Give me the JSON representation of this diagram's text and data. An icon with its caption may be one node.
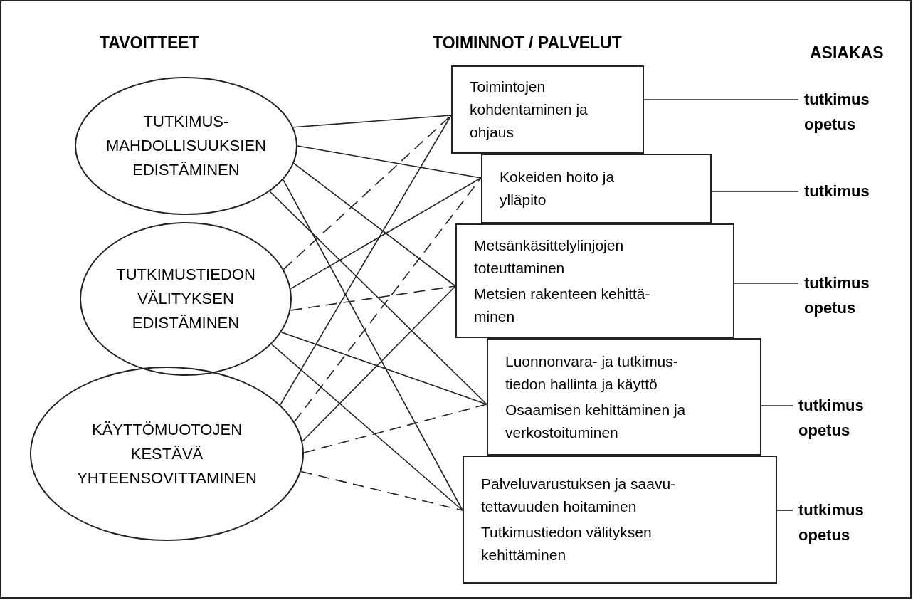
{
  "diagram": {
    "nodes": [
      {
        "text": [
          "TUTKIMUS- MAHDOLLISUUKSIEN EDISTÄMINEN"
        ]
      },
      {
        "text": [
          "TUTKIMUSTIEDON VÄLITYKSEN EDISTÄMINEN"
        ]
      },
      {
        "text": [
          "KÄYTTÖMUOTOJEN KESTÄVÄ YHTEENSOVITTAMINEN"
        ]
      },
      {
        "text": [
          "Toimintojen kohdentaminen ja ohjaus"
        ]
      },
      {
        "text": [
          "Kokeiden hoito ja ylläpito"
        ]
      },
      {
        "text": [
          "Metsänkäsittelylinjojen toteuttaminen",
          "Metsien rakenteen kehittä- minen"
        ]
      },
      {
        "text": [
          "Luonnonvara- ja tutkimus- tiedon hallinta ja käyttö",
          "Osaamisen kehittäminen ja verkostoituminen"
        ]
      },
      {
        "text": [
          "Palveluvarustuksen ja saavu- tettavuuden hoitaminen",
          "Tutkimustiedon välityksen kehittäminen"
        ]
      },
      {
        "text": [
          "tutkimus",
          "opetus"
        ]
      },
      {
        "text": [
          "tutkimus"
        ]
      },
      {
        "text": [
          "tutkimus",
          "opetus"
        ]
      },
      {
        "text": [
          "tutkimus",
          "opetus"
        ]
      },
      {
        "text": [
          "tutkimus",
          "opetus"
        ]
      }
    ],
    "edges": [
      {
        "from": 0,
        "to": 3,
        "arrow": "none"
      },
      {
        "from": 0,
        "to": 4,
        "arrow": "none"
      },
      {
        "from": 0,
        "to": 5,
        "arrow": "none"
      },
      {
        "from": 0,
        "to": 6,
        "arrow": "none"
      },
      {
        "from": 0,
        "to": 7,
        "arrow": "none"
      },
      {
        "from": 1,
        "to": 3,
        "arrow": "none",
        "style": "dashed"
      },
      {
        "from": 1,
        "to": 4,
        "arrow": "none"
      },
      {
        "from": 1,
        "to": 5,
        "arrow": "none",
        "style": "dashed"
      },
      {
        "from": 1,
        "to": 6,
        "arrow": "none"
      },
      {
        "from": 1,
        "to": 7,
        "arrow": "none"
      },
      {
        "from": 2,
        "to": 3,
        "arrow": "none"
      },
      {
        "from": 2,
        "to": 4,
        "arrow": "none",
        "style": "dashed"
      },
      {
        "from": 2,
        "to": 5,
        "arrow": "none"
      },
      {
        "from": 2,
        "to": 6,
        "arrow": "none",
        "style": "dashed"
      },
      {
        "from": 2,
        "to": 7,
        "arrow": "none",
        "style": "dashed"
      },
      {
        "from": 3,
        "to": 8,
        "arrow": "none"
      },
      {
        "from": 4,
        "to": 9,
        "arrow": "none"
      },
      {
        "from": 5,
        "to": 10,
        "arrow": "none"
      },
      {
        "from": 6,
        "to": 11,
        "arrow": "none"
      },
      {
        "from": 7,
        "to": 12,
        "arrow": "none"
      }
    ],
    "labels": [
      "TAVOITTEET",
      "TOIMINNOT / PALVELUT",
      "ASIAKAS"
    ]
  }
}
